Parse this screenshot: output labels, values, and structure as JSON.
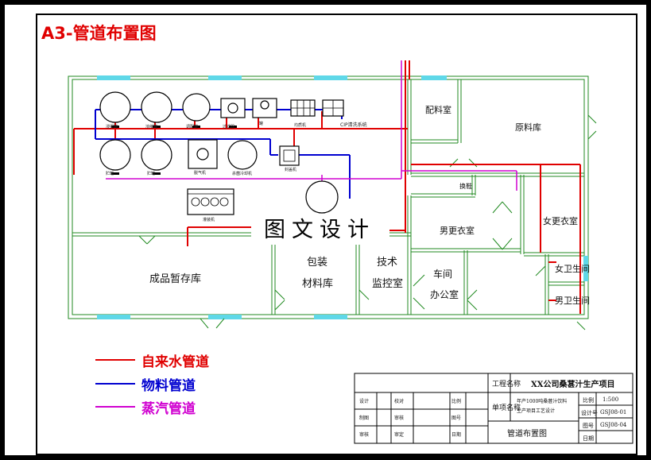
{
  "title": "A3-管道布置图",
  "watermark": "图文设计",
  "rooms": {
    "peiliao": "配料室",
    "yuanliaoku": "原料库",
    "huanxie": "换鞋",
    "nan_genggui": "男更衣室",
    "nv_genggui": "女更衣室",
    "nv_weisheng": "女卫生间",
    "nan_weisheng": "男卫生间",
    "chengpin": "成品暂存库",
    "baozhuang_1": "包装",
    "baozhuang_2": "材料库",
    "jishu_1": "技术",
    "jishu_2": "监控室",
    "chejian_1": "车间",
    "chejian_2": "办公室"
  },
  "equipment": {
    "e1": "浸提罐",
    "e2": "浓缩罐",
    "e3": "调配罐",
    "e4": "过滤器",
    "e5": "罐",
    "e6": "均质机",
    "e7": "CIP清洗系统",
    "e8": "贮罐",
    "e9": "贮罐",
    "e10": "脱气机",
    "e11": "杀菌冷却机",
    "e12": "灌装机",
    "e13": "封盖机"
  },
  "legend": [
    {
      "label": "自来水管道",
      "color": "#e00000"
    },
    {
      "label": "物料管道",
      "color": "#0000d0"
    },
    {
      "label": "蒸汽管道",
      "color": "#d000d0"
    }
  ],
  "title_block": {
    "project_label": "工程名称",
    "project_name": "XX公司桑葚汁生产项目",
    "unit_label": "单项名称",
    "unit_desc_1": "年产1000吨桑葚汁饮料",
    "unit_desc_2": "生产项目工艺设计",
    "drawing_name": "管道布置图",
    "left_labels": [
      "设计",
      "制图",
      "审核"
    ],
    "mid_labels": [
      "校对",
      "审核",
      "审定"
    ],
    "right_labels": [
      "比例",
      "图号",
      "日期"
    ],
    "scale_label": "比例",
    "scale": "1:500",
    "design_no_label": "设计号",
    "design_no": "GSJ08-01",
    "drawing_no_label": "图号",
    "drawing_no": "GSJ08-04",
    "date_label": "日期"
  },
  "colors": {
    "water": "#e00000",
    "material": "#0000d0",
    "steam": "#d000d0",
    "wall": "#208a20",
    "window": "#5fd8e8"
  }
}
